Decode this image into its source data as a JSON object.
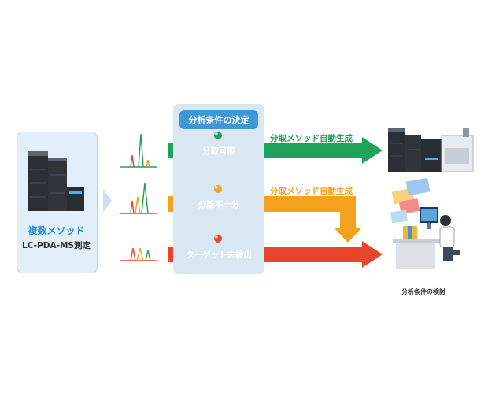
{
  "input": {
    "title": "複数メソッド",
    "subtitle": "LC-PDA-MS測定"
  },
  "decision": {
    "header": "分析条件の決定",
    "outcomes": [
      {
        "label": "分取可能",
        "color": "#1fa25a"
      },
      {
        "label": "分離不十分",
        "color": "#f4a11e"
      },
      {
        "label": "ターゲット未検出",
        "color": "#e8452b"
      }
    ]
  },
  "auto_labels": {
    "top": "分取メソッド自動生成",
    "middle": "分取メソッド自動生成"
  },
  "outputs": {
    "review_caption": "分析条件の検討"
  },
  "colors": {
    "green": "#1fa25a",
    "orange": "#f4a11e",
    "red": "#e8452b",
    "blue": "#3f97d4"
  }
}
